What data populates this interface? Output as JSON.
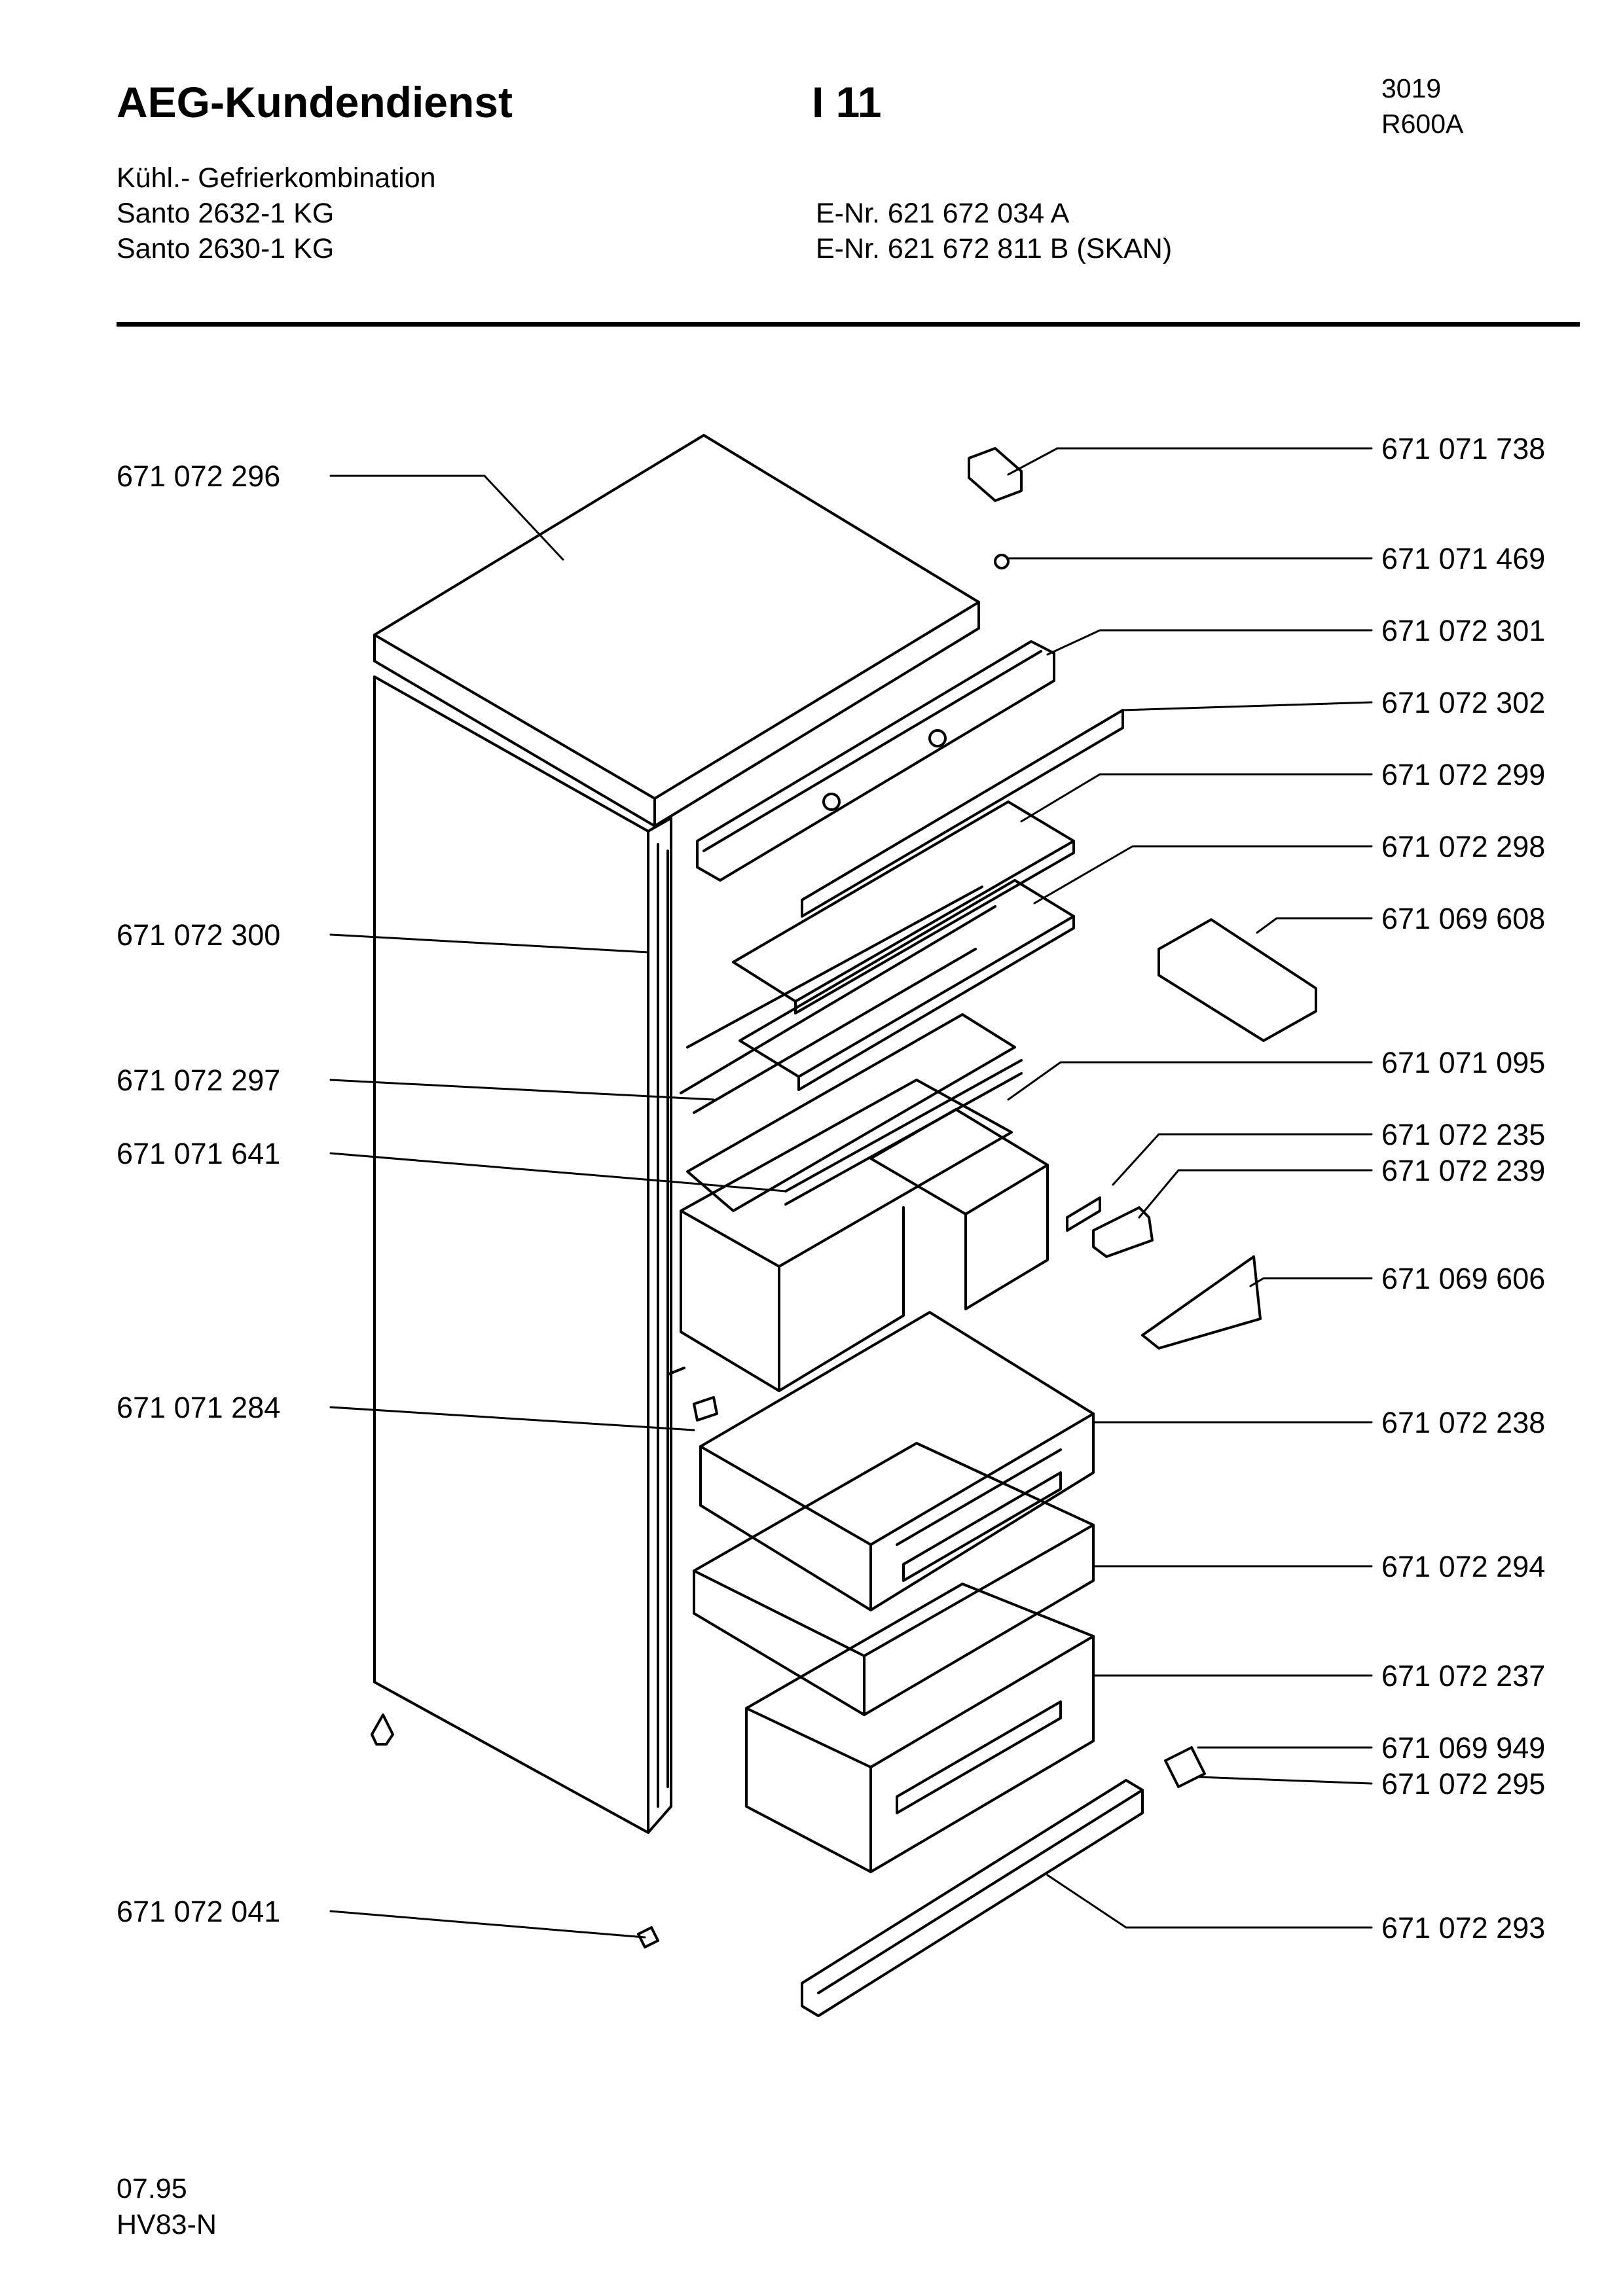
{
  "header": {
    "brand": "AEG-Kundendienst",
    "doc_id": "I 11",
    "code_top": "3019",
    "refrigerant": "R600A",
    "appliance_type": "Kühl.- Gefrierkombination",
    "models": [
      {
        "name": "Santo 2632-1 KG",
        "enr": "E-Nr. 621 672 034 A"
      },
      {
        "name": "Santo 2630-1 KG",
        "enr": "E-Nr. 621 672 811 B  (SKAN)"
      }
    ]
  },
  "parts": {
    "left": [
      "671 072 296",
      "671 072 300",
      "671 072 297",
      "671 071 641",
      "671 071 284",
      "671 072 041"
    ],
    "right": [
      "671 071 738",
      "671 071 469",
      "671 072 301",
      "671 072 302",
      "671 072 299",
      "671 072 298",
      "671 069 608",
      "671 071 095",
      "671 072 235",
      "671 072 239",
      "671 069 606",
      "671 072 238",
      "671 072 294",
      "671 072 237",
      "671 069 949",
      "671 072 295",
      "671 072 293"
    ]
  },
  "footer": {
    "date": "07.95",
    "code": "HV83-N"
  }
}
